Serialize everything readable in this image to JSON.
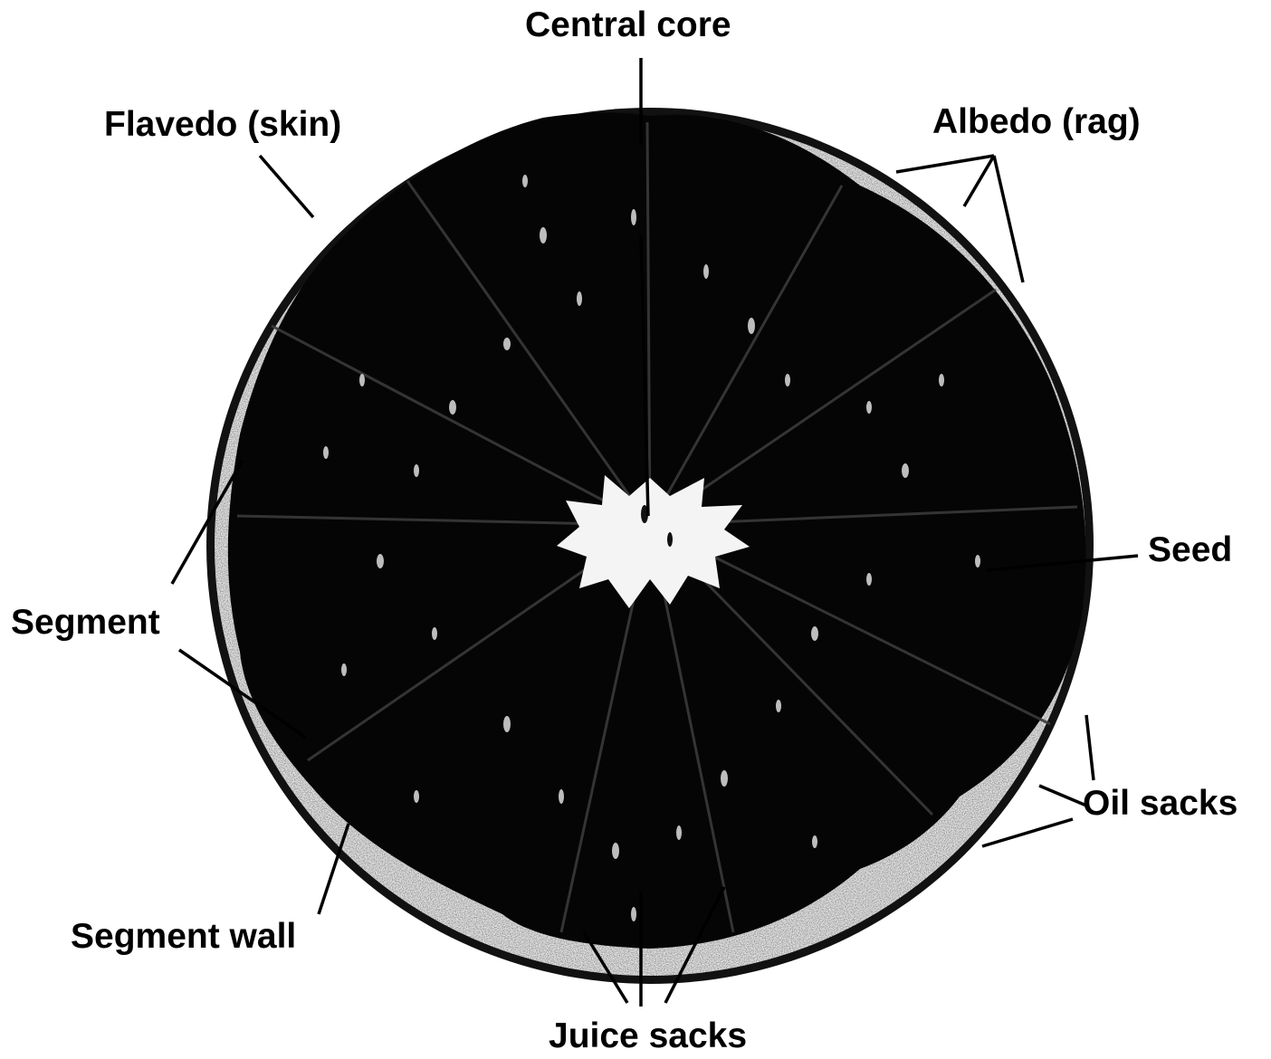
{
  "labels": {
    "central_core": "Central core",
    "flavedo": "Flavedo (skin)",
    "albedo": "Albedo (rag)",
    "seed": "Seed",
    "segment": "Segment",
    "oil_sacks": "Oil sacks",
    "segment_wall": "Segment wall",
    "juice_sacks": "Juice sacks"
  }
}
